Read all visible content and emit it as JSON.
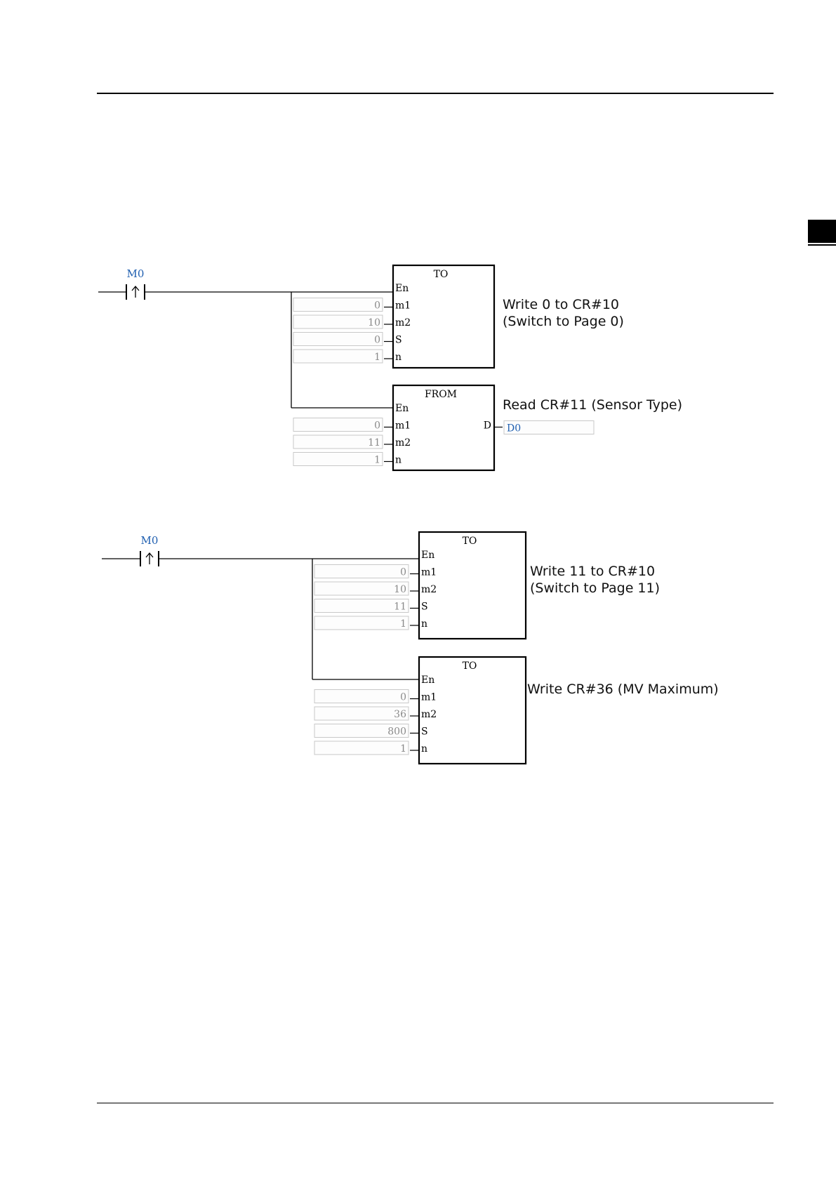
{
  "colors": {
    "line": "#000000",
    "device": "#1f5fb0",
    "field_border": "#c8c8c8",
    "field_fill": "#fdfdfd"
  },
  "rungs": [
    {
      "contact": {
        "device": "M0",
        "icon": "rising-edge-contact-icon"
      },
      "blocks": [
        {
          "name": "TO",
          "pins": [
            "En",
            "m1",
            "m2",
            "S",
            "n"
          ],
          "inputs": [
            "0",
            "10",
            "0",
            "1"
          ],
          "output": null,
          "comment": [
            "Write 0 to CR#10",
            "(Switch to Page 0)"
          ]
        },
        {
          "name": "FROM",
          "pins": [
            "En",
            "m1",
            "m2",
            "n"
          ],
          "inputs": [
            "0",
            "11",
            "1"
          ],
          "output": {
            "pin": "D",
            "value": "D0"
          },
          "comment": [
            "Read CR#11 (Sensor Type)"
          ]
        }
      ]
    },
    {
      "contact": {
        "device": "M0",
        "icon": "rising-edge-contact-icon"
      },
      "blocks": [
        {
          "name": "TO",
          "pins": [
            "En",
            "m1",
            "m2",
            "S",
            "n"
          ],
          "inputs": [
            "0",
            "10",
            "11",
            "1"
          ],
          "output": null,
          "comment": [
            "Write 11 to CR#10",
            "(Switch to Page 11)"
          ]
        },
        {
          "name": "TO",
          "pins": [
            "En",
            "m1",
            "m2",
            "S",
            "n"
          ],
          "inputs": [
            "0",
            "36",
            "800",
            "1"
          ],
          "output": null,
          "comment": [
            "Write CR#36 (MV Maximum)"
          ]
        }
      ]
    }
  ]
}
